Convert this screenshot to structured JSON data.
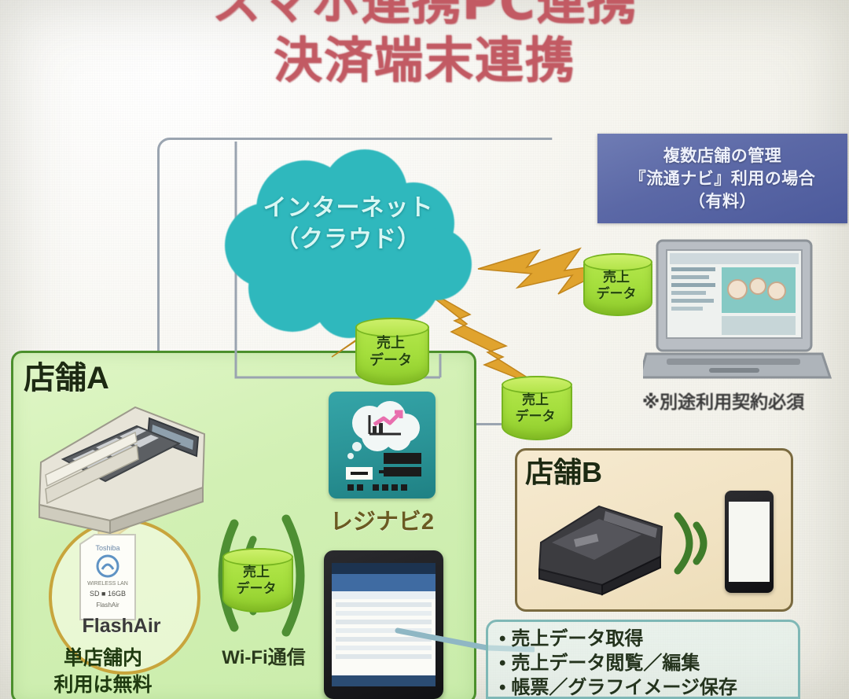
{
  "title": {
    "line1": "スマホ連携PC連携",
    "line2": "決済端末連携",
    "color": "#c25a63"
  },
  "cloud": {
    "name": "インターネット",
    "sub": "（クラウド）",
    "color": "#2fb8bd"
  },
  "banner": {
    "line1": "複数店舗の管理",
    "line2": "『流通ナビ』利用の場合",
    "line3": "（有料）",
    "color": "#5b68a6"
  },
  "data_cylinders": [
    {
      "id": "cyl-laptop",
      "line1": "売上",
      "line2": "データ"
    },
    {
      "id": "cyl-center",
      "line1": "売上",
      "line2": "データ"
    },
    {
      "id": "cyl-storeb",
      "line1": "売上",
      "line2": "データ"
    },
    {
      "id": "cyl-wifi",
      "line1": "売上",
      "line2": "データ"
    }
  ],
  "store_a": {
    "label": "店舗A",
    "register_name": "cash-register",
    "callout": {
      "card_label": "FlashAir",
      "card_brand": "Toshiba",
      "card_sub1": "Wireless LAN",
      "card_sub2": "SD    16GB",
      "card_sub3": "FlashAir"
    },
    "free_note_line1": "単店舗内",
    "free_note_line2": "利用は無料",
    "wifi_label": "Wi-Fi通信",
    "app_label": "レジナビ2",
    "bgcolor": "#d2f0b4",
    "bordercolor": "#4b8f2c"
  },
  "store_b": {
    "label": "店舗B",
    "bgcolor": "#f1e2c2",
    "bordercolor": "#7a6a3f"
  },
  "laptop_note": "※別途利用契約必須",
  "bullets": {
    "items": [
      "売上データ取得",
      "売上データ閲覧／編集",
      "帳票／グラフイメージ保存"
    ]
  },
  "colors": {
    "cylinder_green": "#a4de3c",
    "bolt_orange": "#e0a32e",
    "wifi_green": "#4e8f33",
    "frame_gray": "#9aa4b0"
  }
}
